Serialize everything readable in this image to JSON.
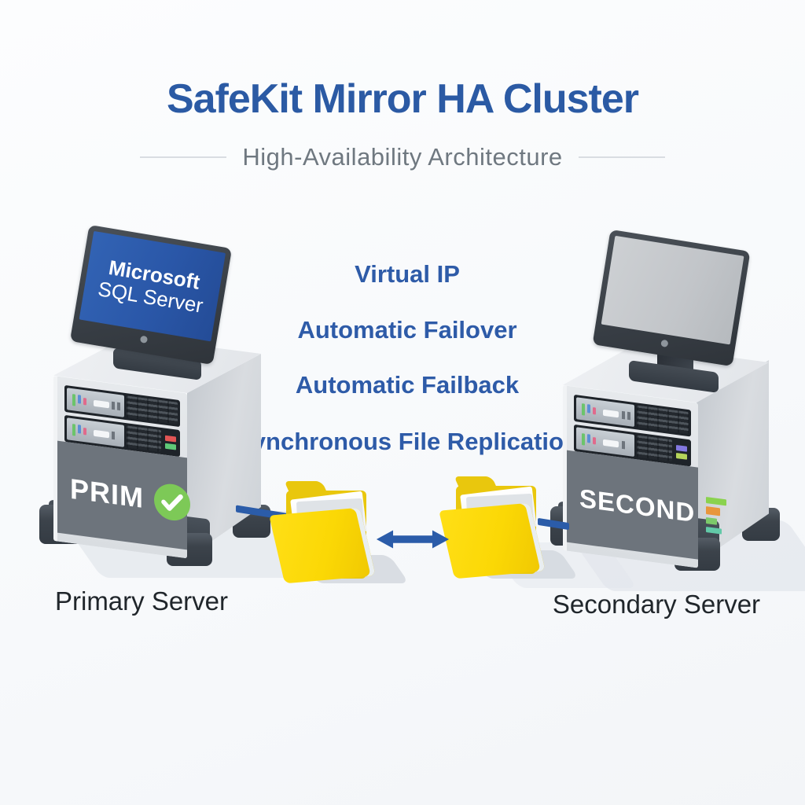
{
  "header": {
    "title": "SafeKit Mirror HA Cluster",
    "subtitle": "High-Availability Architecture"
  },
  "features": {
    "virtual_ip": "Virtual IP",
    "automatic_failover": "Automatic Failover",
    "automatic_failback": "Automatic Failback",
    "synchronous_file_replication": "Synchronous File Replication"
  },
  "primary_server": {
    "screen_line1": "Microsoft",
    "screen_line2": "SQL Server",
    "badge": "PRIM",
    "status_icon": "check-circle-green",
    "caption": "Primary Server"
  },
  "secondary_server": {
    "badge": "SECOND",
    "status_icon": "indicator-lights",
    "caption": "Secondary Server"
  },
  "replication": {
    "left_folder_icon": "folder-yellow",
    "right_folder_icon": "folder-yellow",
    "arrow_icon": "double-headed-arrow"
  },
  "colors": {
    "title_blue": "#2b5aa4",
    "feature_blue": "#2e5ba8",
    "subtitle_gray": "#6f7880",
    "screen_blue": "#2a57a8",
    "folder_yellow": "#fbd805",
    "check_green": "#7dc957",
    "band_gray": "#6d747c",
    "connector_blue": "#2b5ca9",
    "caption_dark": "#20262b"
  }
}
